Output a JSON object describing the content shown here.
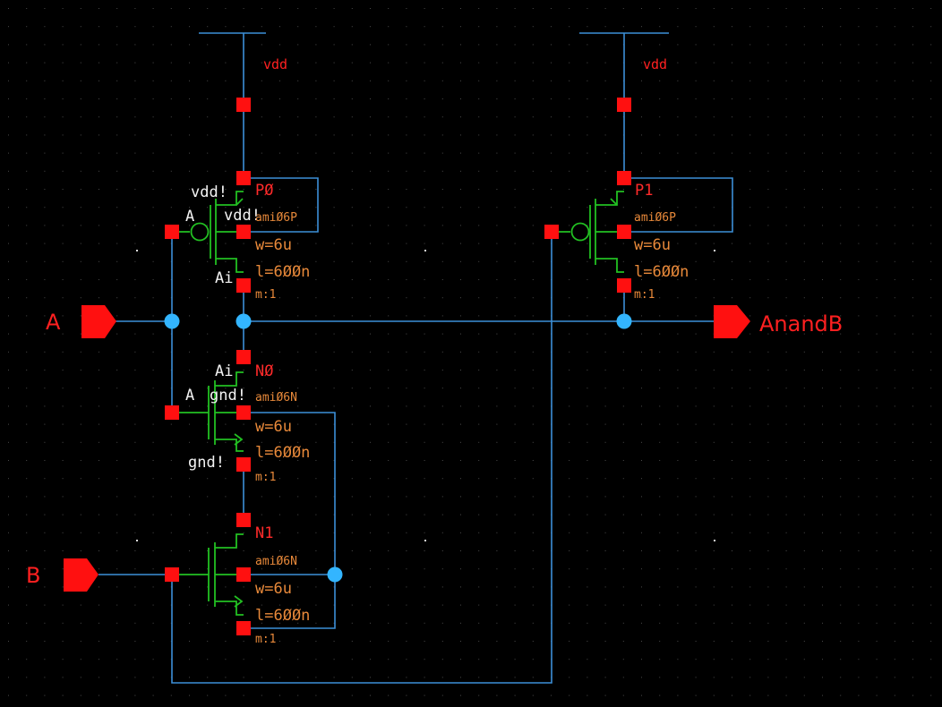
{
  "nets": {
    "vdd_left": "vdd",
    "vdd_right": "vdd"
  },
  "ports": {
    "in_a": "A",
    "in_b": "B",
    "out": "AnandB"
  },
  "devices": [
    {
      "id": "p0",
      "name": "PØ",
      "model": "amiØ6P",
      "w": "w=6u",
      "l": "l=6ØØn",
      "m": "m:1",
      "pins": {
        "bulk": "vdd!",
        "gate": "A",
        "source": "vdd!",
        "drain": "Ai"
      }
    },
    {
      "id": "p1",
      "name": "P1",
      "model": "amiØ6P",
      "w": "w=6u",
      "l": "l=6ØØn",
      "m": "m:1"
    },
    {
      "id": "n0",
      "name": "NØ",
      "model": "amiØ6N",
      "w": "w=6u",
      "l": "l=6ØØn",
      "m": "m:1",
      "pins": {
        "drain": "Ai",
        "gate": "A",
        "bulk": "gnd!",
        "source": "gnd!"
      }
    },
    {
      "id": "n1",
      "name": "N1",
      "model": "amiØ6N",
      "w": "w=6u",
      "l": "l=6ØØn",
      "m": "m:1"
    }
  ],
  "colors": {
    "background": "#000000",
    "wire": "#3c8fd8",
    "device": "#22c022",
    "pin": "#ff1010",
    "junction": "#33b5ff",
    "instance_label": "#ff2a2a",
    "parameter": "#e8893a",
    "pin_label": "#f4f4f4"
  }
}
